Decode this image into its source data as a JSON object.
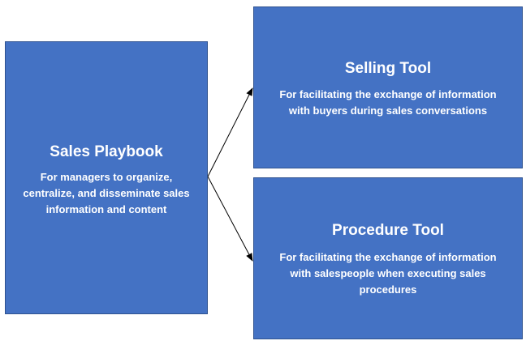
{
  "boxes": {
    "playbook": {
      "title": "Sales Playbook",
      "desc_lines": [
        "For managers to organize,",
        "centralize, and disseminate sales",
        "information and content"
      ]
    },
    "selling": {
      "title": "Selling Tool",
      "desc_lines": [
        "For facilitating the exchange of information",
        "with buyers during sales conversations"
      ]
    },
    "procedure": {
      "title": "Procedure Tool",
      "desc_lines": [
        "For facilitating the exchange of information",
        "with salespeople when executing sales",
        "procedures"
      ]
    }
  },
  "colors": {
    "box_fill": "#4472c4",
    "box_border": "#2f528f",
    "text": "#ffffff",
    "connector": "#000000"
  }
}
